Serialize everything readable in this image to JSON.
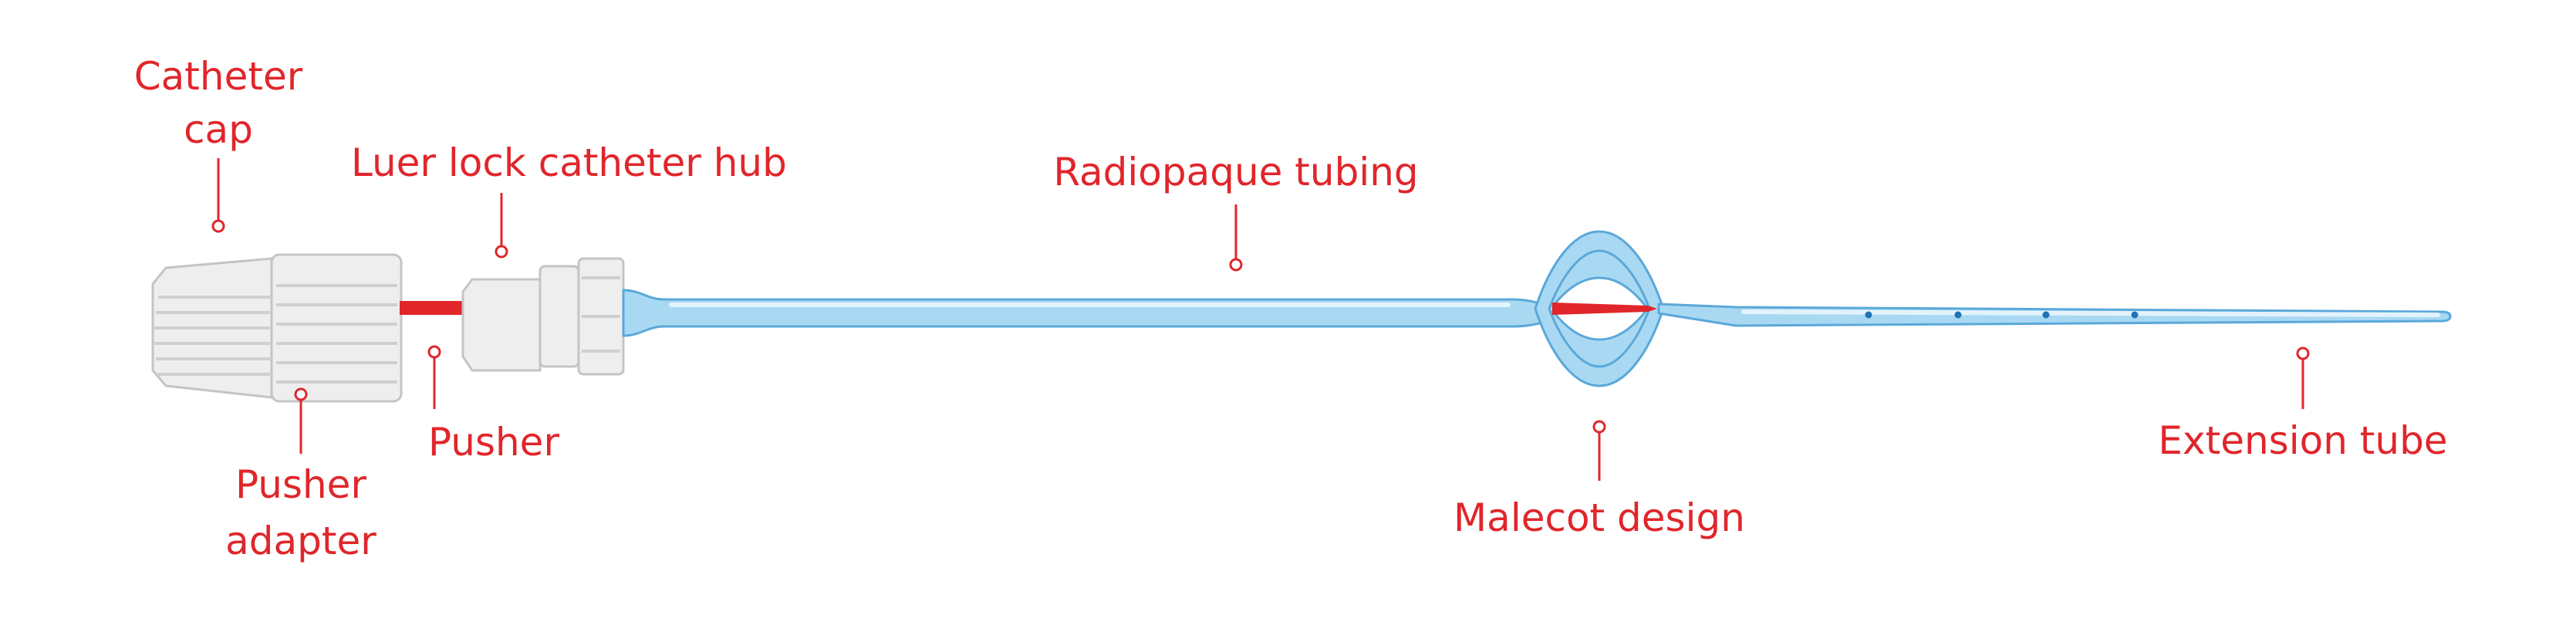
{
  "labels": {
    "catheter_cap_line1": "Catheter",
    "catheter_cap_line2": "cap",
    "luer_lock_hub": "Luer lock catheter hub",
    "radiopaque_tubing": "Radiopaque tubing",
    "pusher": "Pusher",
    "pusher_adapter_line1": "Pusher",
    "pusher_adapter_line2": "adapter",
    "malecot_design": "Malecot design",
    "extension_tube": "Extension tube"
  },
  "colors": {
    "label_red": "#e0262b",
    "tube_blue": "#a9d9f2",
    "tube_outline": "#5aa8da",
    "drainage_hole": "#1f74b5",
    "cap_grey": "#eeeeee"
  },
  "icons": {
    "leader_marker": "open-circle"
  }
}
